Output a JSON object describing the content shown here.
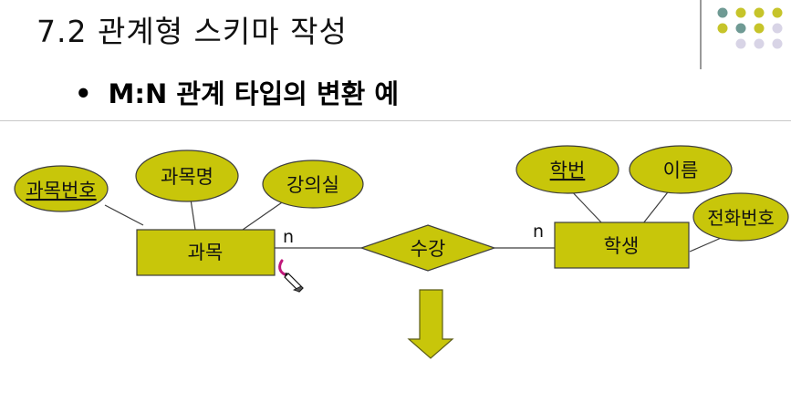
{
  "slide": {
    "title": "7.2 관계형 스키마 작성",
    "bullet": "•",
    "subtitle": "M:N 관계 타입의 변환 예"
  },
  "diagram": {
    "entity_course": "과목",
    "entity_student": "학생",
    "relationship": "수강",
    "attr_course_no": "과목번호",
    "attr_course_name": "과목명",
    "attr_room": "강의실",
    "attr_student_no": "학번",
    "attr_name": "이름",
    "attr_phone": "전화번호",
    "card_left": "n",
    "card_right": "n"
  },
  "colors": {
    "fill": "#c8c60a",
    "stroke": "#3d3d3d",
    "dot_teal": "#6f9a94",
    "dot_olive": "#c6c42a",
    "dot_lavender": "#d8d4e6",
    "pen_mark": "#c0187a"
  }
}
